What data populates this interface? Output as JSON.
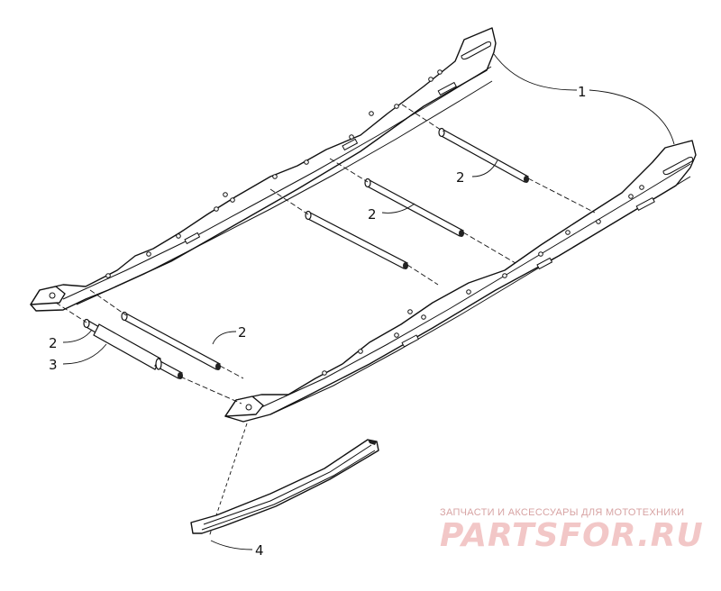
{
  "callouts": {
    "c1": "1",
    "c2a": "2",
    "c2b": "2",
    "c2c": "2",
    "c2d": "2",
    "c3": "3",
    "c4": "4"
  },
  "watermark": {
    "subtitle": "ЗАПЧАСТИ И АКСЕССУАРЫ ДЛЯ МОТОТЕХНИКИ",
    "logo": "PARTSFOR.RU"
  }
}
